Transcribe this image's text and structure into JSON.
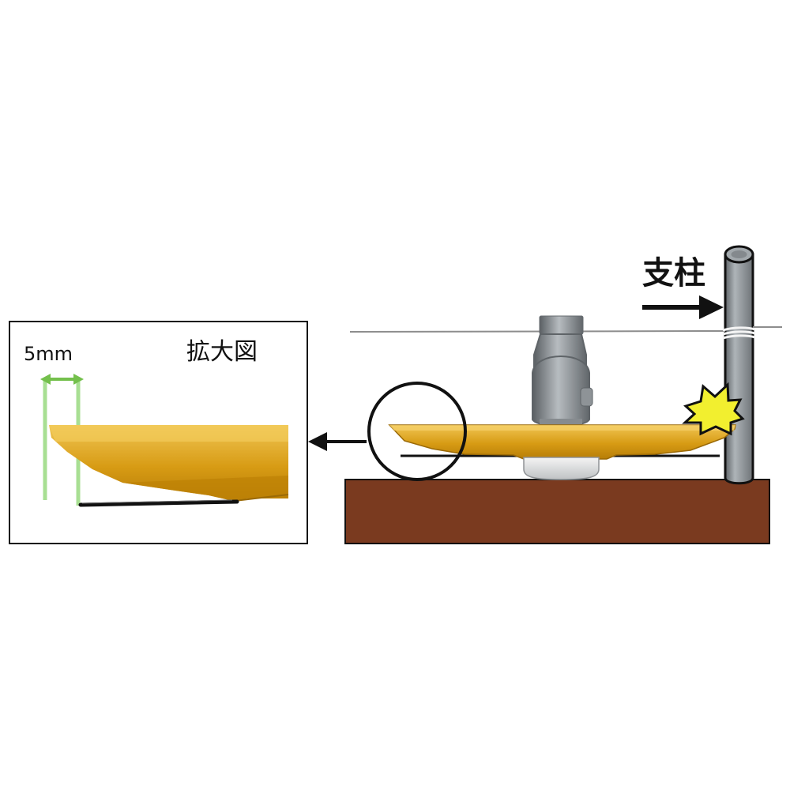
{
  "labels": {
    "post": "支柱",
    "zoom_view": "拡大図",
    "gap": "5mm"
  },
  "colors": {
    "blade_top": "#e7b73a",
    "blade_body": "#d69a12",
    "blade_shadow": "#b57c06",
    "ground": "#7a3a1f",
    "post": "#8f9599",
    "motor_gray": "#8d9296",
    "gap_line": "#9fd88a",
    "gap_arrow": "#74c04c",
    "impact": "#f2ef2f"
  },
  "icons": {
    "impact": "impact-burst-icon",
    "arrow": "arrow-icon"
  }
}
